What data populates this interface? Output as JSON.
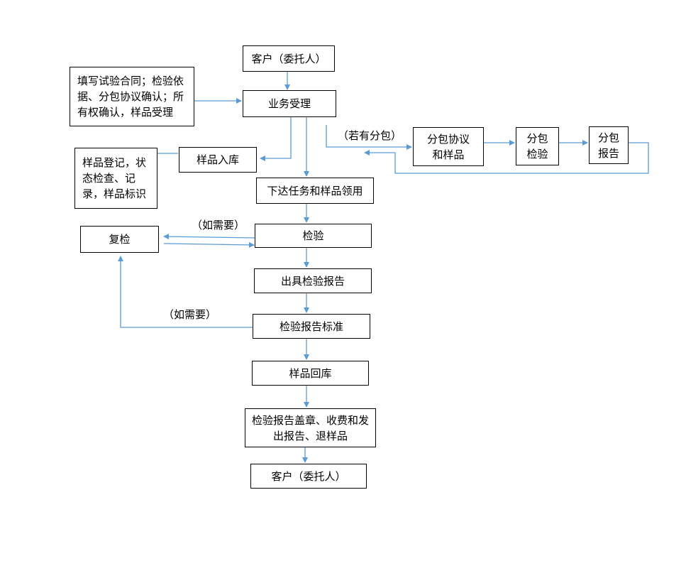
{
  "colors": {
    "connector": "#5b9bd5",
    "box_border": "#000000"
  },
  "nodes": {
    "client_top": "客户（委托人）",
    "note_contract": "填写试验合同；检验依据、分包协议确认；所有权确认，样品受理",
    "acceptance": "业务受理",
    "note_sample": "样品登记，状态检查、记录，样品标识",
    "sample_in": "样品入库",
    "task": "下达任务和样品领用",
    "recheck": "复检",
    "inspection": "检验",
    "issue_report": "出具检验报告",
    "report_standard": "检验报告标准",
    "sample_return": "样品回库",
    "seal": "检验报告盖章、收费和发\n出报告、退样品",
    "client_bottom": "客户（委托人）",
    "sub_agreement": "分包协议\n和样品",
    "sub_inspection": "分包\n检验",
    "sub_report": "分包\n报告"
  },
  "labels": {
    "if_subcontract": "（若有分包）",
    "if_needed_1": "（如需要）",
    "if_needed_2": "（如需要）"
  }
}
